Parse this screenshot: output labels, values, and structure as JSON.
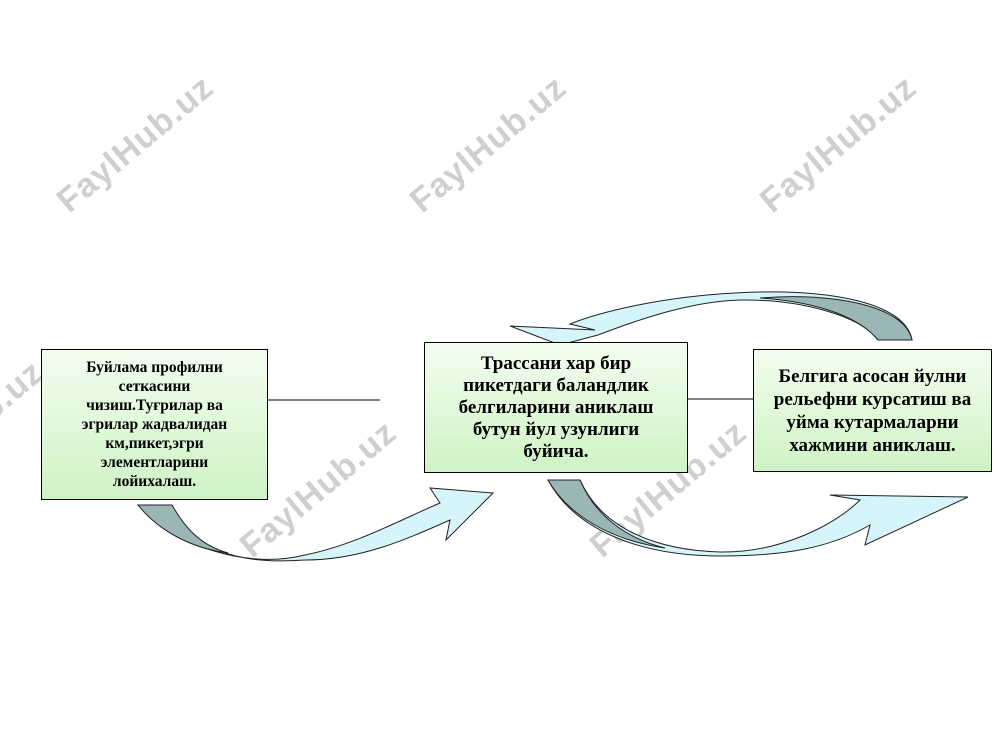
{
  "watermark": "FaylHub.uz",
  "boxes": [
    {
      "id": "box1",
      "text": "Буйлама профилни сеткасини чизиш.Туғрилар ва эгрилар жадвалидан км,пикет,эгри элементларини лойихалаш."
    },
    {
      "id": "box2",
      "text": "Трассани хар бир пикетдаги баландлик белгиларини аниклаш бутун йул узунлиги буйича."
    },
    {
      "id": "box3",
      "text": "Белгига асосан йулни рельефни курсатиш ва уйма кутармаларни хажмини аниклаш."
    }
  ],
  "colors": {
    "arrow_light": "#d6f5fa",
    "arrow_dark": "#9bb7b5",
    "box_fill_top": "#f3fdf0",
    "box_fill_bottom": "#cff2c6",
    "watermark": "#cfcfcf"
  }
}
